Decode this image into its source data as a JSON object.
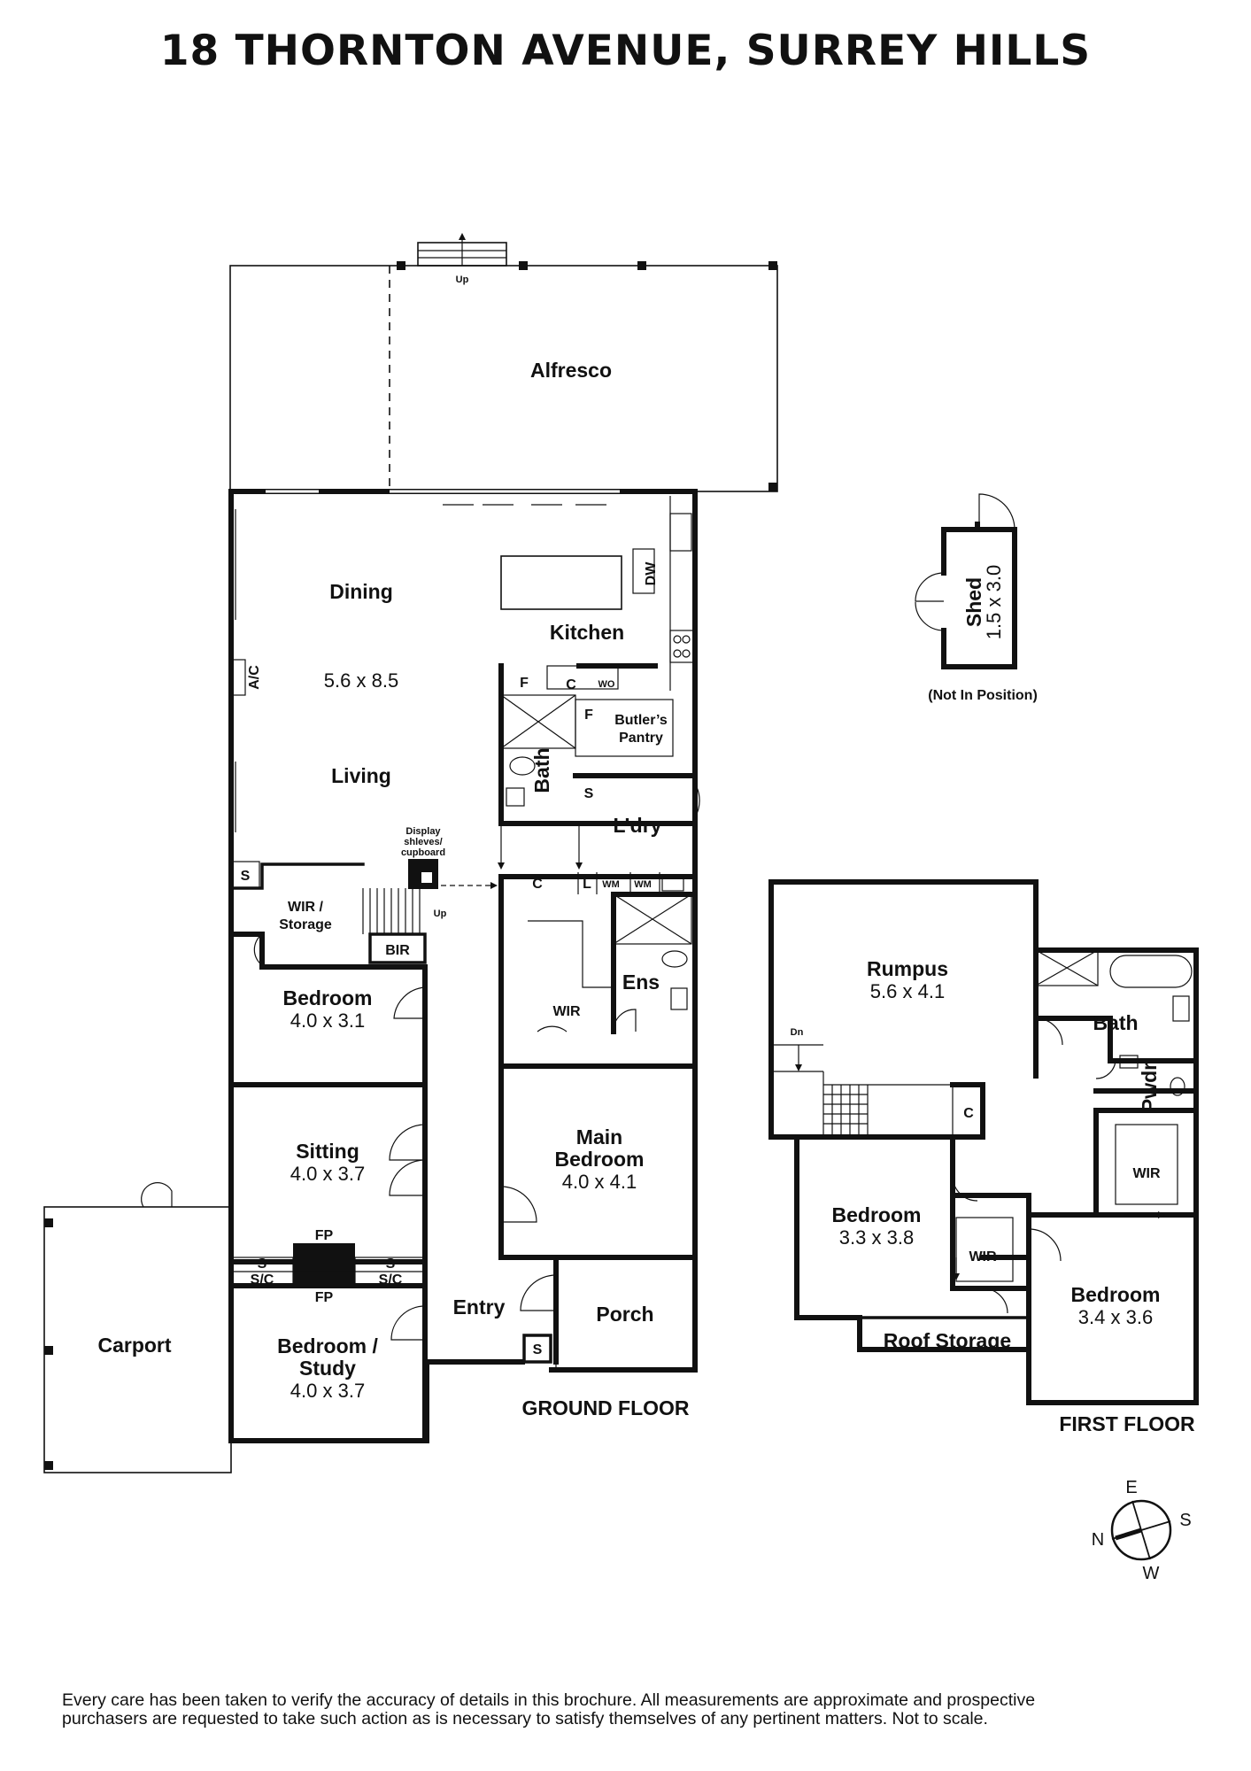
{
  "title": "18 THORNTON AVENUE, SURREY HILLS",
  "disclaimer": {
    "line1": "Every care has been taken to verify the accuracy of details in this brochure. All measurements are approximate and prospective",
    "line2": "purchasers are requested to take such action as is necessary to satisfy themselves of any pertinent matters. Not to scale."
  },
  "floors": {
    "ground": "GROUND FLOOR",
    "first": "FIRST FLOOR"
  },
  "rooms": {
    "alfresco": "Alfresco",
    "dining": "Dining",
    "living_dim": "5.6 x 8.5",
    "living": "Living",
    "kitchen": "Kitchen",
    "butlers_pantry_1": "Butler’s",
    "butlers_pantry_2": "Pantry",
    "bath_ground": "Bath",
    "laundry": "L’dry",
    "wir_storage_1": "WIR /",
    "wir_storage_2": "Storage",
    "bedroom1": "Bedroom",
    "bedroom1_dim": "4.0 x 3.1",
    "sitting": "Sitting",
    "sitting_dim": "4.0 x 3.7",
    "bedroom_study_1": "Bedroom /",
    "bedroom_study_2": "Study",
    "bedroom_study_dim": "4.0 x 3.7",
    "carport": "Carport",
    "entry": "Entry",
    "porch": "Porch",
    "main_bedroom_1": "Main",
    "main_bedroom_2": "Bedroom",
    "main_bedroom_dim": "4.0 x 4.1",
    "ens": "Ens",
    "wir_main": "WIR",
    "rumpus": "Rumpus",
    "rumpus_dim": "5.6 x 4.1",
    "bath_first": "Bath",
    "pwdr": "Pwdr",
    "wir_first_right": "WIR",
    "bedroom2": "Bedroom",
    "bedroom2_dim": "3.3 x 3.8",
    "wir_first_mid": "WIR",
    "roof_storage": "Roof Storage",
    "bedroom3": "Bedroom",
    "bedroom3_dim": "3.4 x 3.6",
    "shed": "Shed",
    "shed_dim": "1.5 x 3.0",
    "not_in_position": "(Not In Position)"
  },
  "fixtures": {
    "up_alfresco": "Up",
    "up_stairs": "Up",
    "dn_stairs": "Dn",
    "ac": "A/C",
    "dw": "DW",
    "f_kitchen": "F",
    "c_kitchen": "C",
    "wo": "WO",
    "f_pantry": "F",
    "s_laundry": "S",
    "display_1": "Display",
    "display_2": "shleves/",
    "display_3": "cupboard",
    "s_living": "S",
    "bir": "BIR",
    "c_hall": "C",
    "l_hall": "L",
    "wm1": "WM",
    "wm2": "WM",
    "fp_top": "FP",
    "fp_bottom": "FP",
    "s_left": "S",
    "s_right": "S",
    "sc_left": "S/C",
    "sc_right": "S/C",
    "s_entry": "S",
    "c_first": "C"
  },
  "compass": {
    "e": "E",
    "s": "S",
    "n": "N",
    "w": "W"
  }
}
